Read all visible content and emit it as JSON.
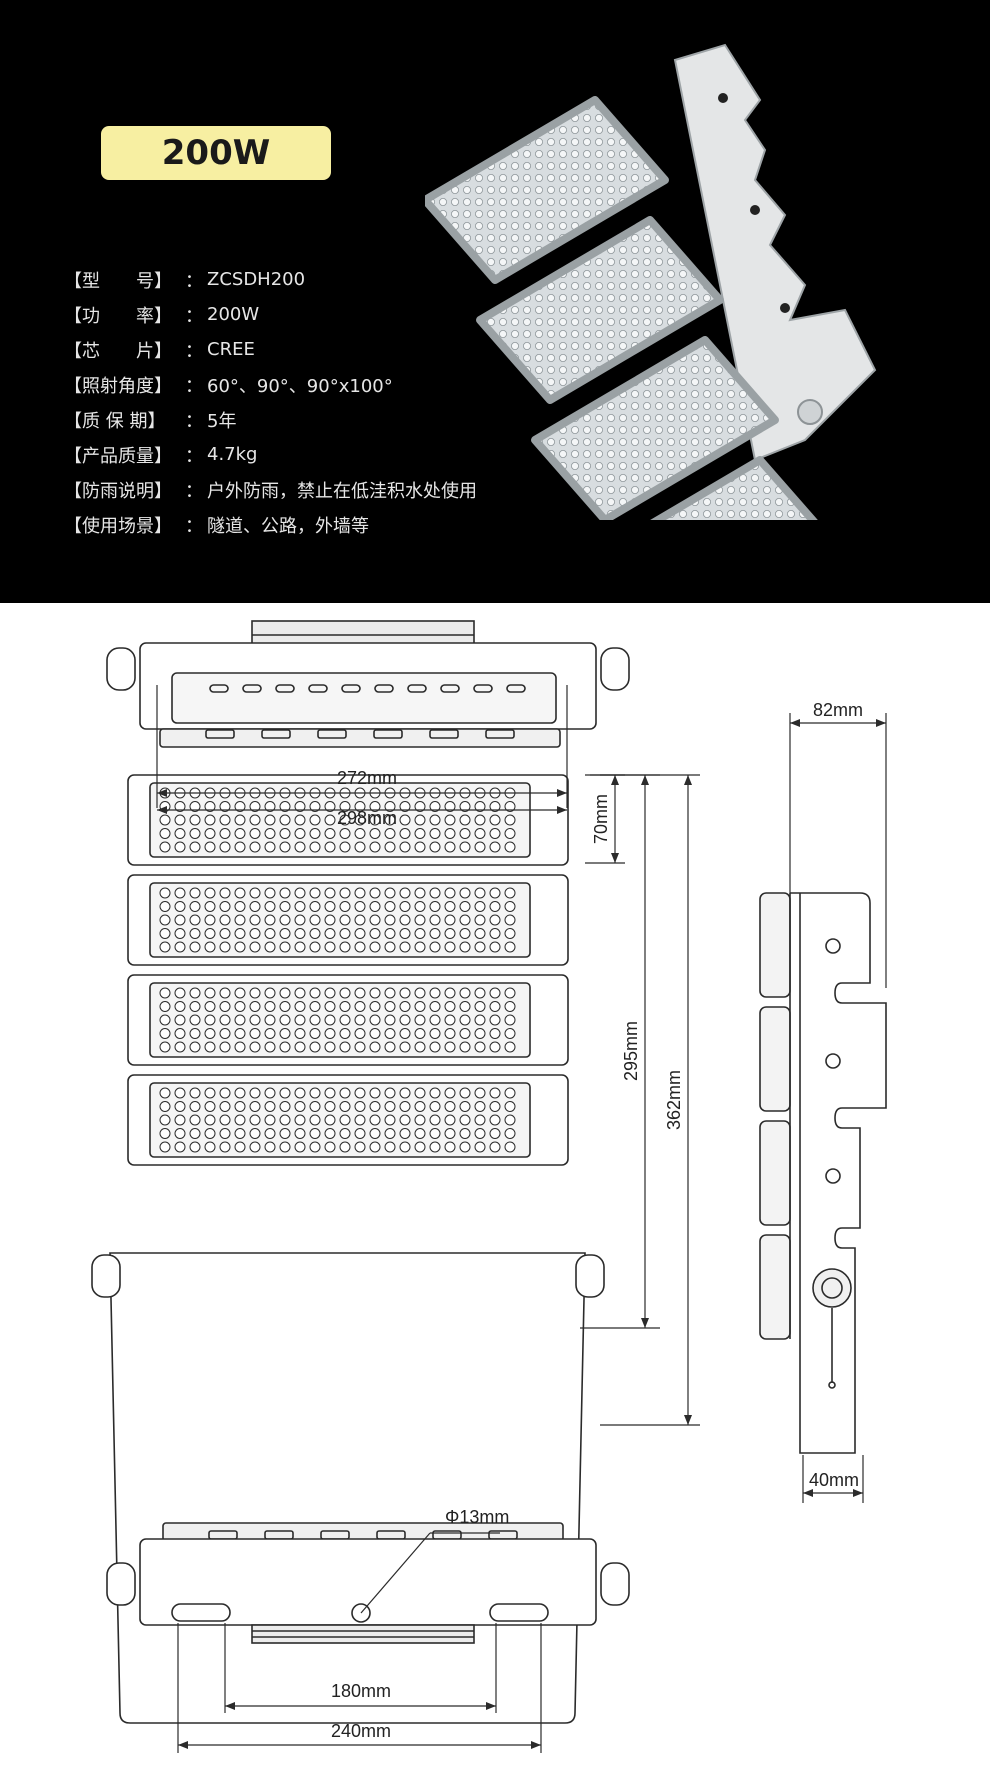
{
  "badge": {
    "text": "200W"
  },
  "specs": [
    {
      "label": "【型　　号】",
      "value": "ZCSDH200"
    },
    {
      "label": "【功　　率】",
      "value": "200W"
    },
    {
      "label": "【芯　　片】",
      "value": "CREE"
    },
    {
      "label": "【照射角度】",
      "value": "60°、90°、90°x100°"
    },
    {
      "label": "【质 保 期】",
      "value": "5年"
    },
    {
      "label": "【产品质量】",
      "value": "4.7kg"
    },
    {
      "label": "【防雨说明】",
      "value": "户外防雨，禁止在低洼积水处使用"
    },
    {
      "label": "【使用场景】",
      "value": "隧道、公路，外墙等"
    }
  ],
  "colon": "：",
  "dimensions": {
    "top_inner_width": "272mm",
    "top_outer_width": "298mm",
    "module_height": "70mm",
    "body_height": "295mm",
    "total_height": "362mm",
    "side_depth": "82mm",
    "side_base": "40mm",
    "hole_diameter": "Φ13mm",
    "bottom_inner_width": "180mm",
    "bottom_outer_width": "240mm"
  }
}
